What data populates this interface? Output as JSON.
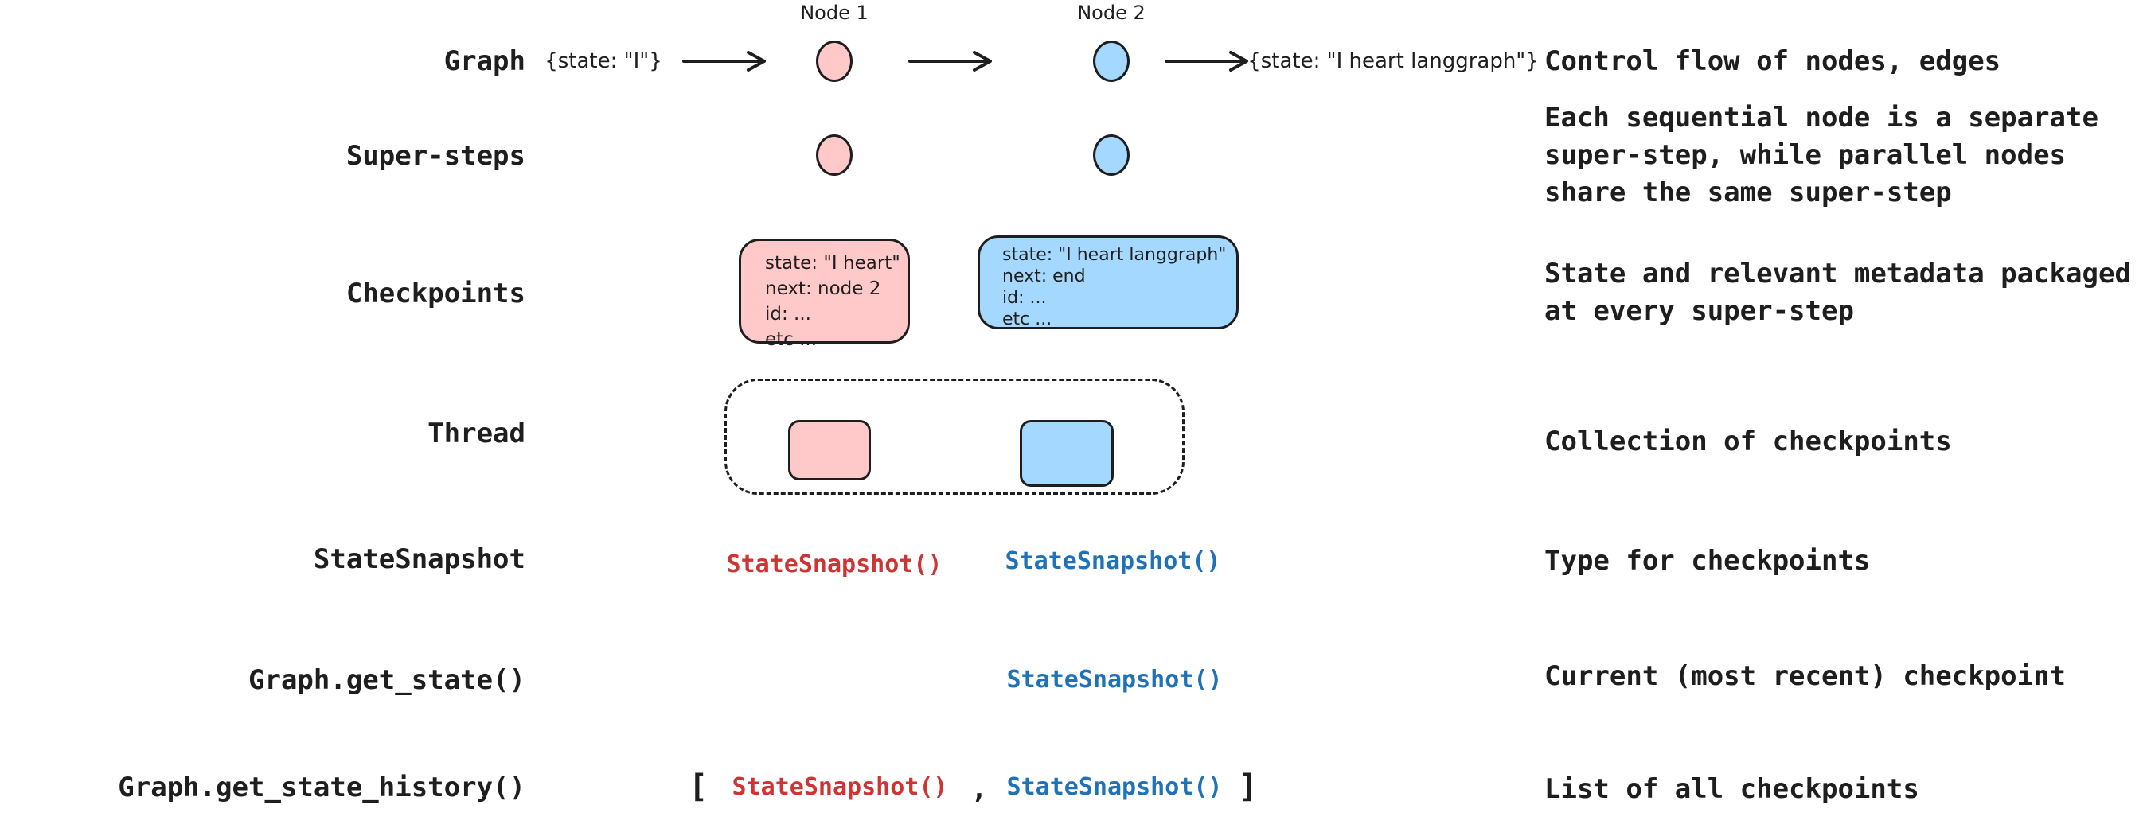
{
  "left_labels": [
    "Graph",
    "Super-steps",
    "Checkpoints",
    "Thread",
    "StateSnapshot",
    "Graph.get_state()",
    "Graph.get_state_history()"
  ],
  "descriptions": {
    "graph": "Control flow of nodes, edges",
    "super_steps": [
      "Each sequential node is a separate",
      "super-step, while parallel nodes",
      "share the same super-step"
    ],
    "checkpoints": [
      "State and relevant metadata packaged",
      "at every super-step"
    ],
    "thread": "Collection of checkpoints",
    "state_snapshot": "Type for checkpoints",
    "get_state": "Current (most recent) checkpoint",
    "get_state_history": "List of all checkpoints"
  },
  "diagram": {
    "node1_label": "Node 1",
    "node2_label": "Node 2",
    "input_state": "{state: \"I\"}",
    "output_state": "{state: \"I heart langgraph\"}",
    "checkpoint1_lines": [
      "state: \"I heart\"",
      "next: node 2",
      "id: ...",
      "etc ..."
    ],
    "checkpoint2_lines": [
      "state: \"I heart langgraph\"",
      "next: end",
      "id: ...",
      "etc ..."
    ],
    "snapshot_call": "StateSnapshot()",
    "list_open": "[",
    "list_comma": ",",
    "list_close": "]"
  },
  "colors": {
    "ink": "#1e1e1e",
    "node_pink": "#ffc9c9",
    "node_blue": "#a5d8ff",
    "snapshot_red": "#cf3434",
    "snapshot_blue": "#1f72b8",
    "background": "#ffffff"
  }
}
